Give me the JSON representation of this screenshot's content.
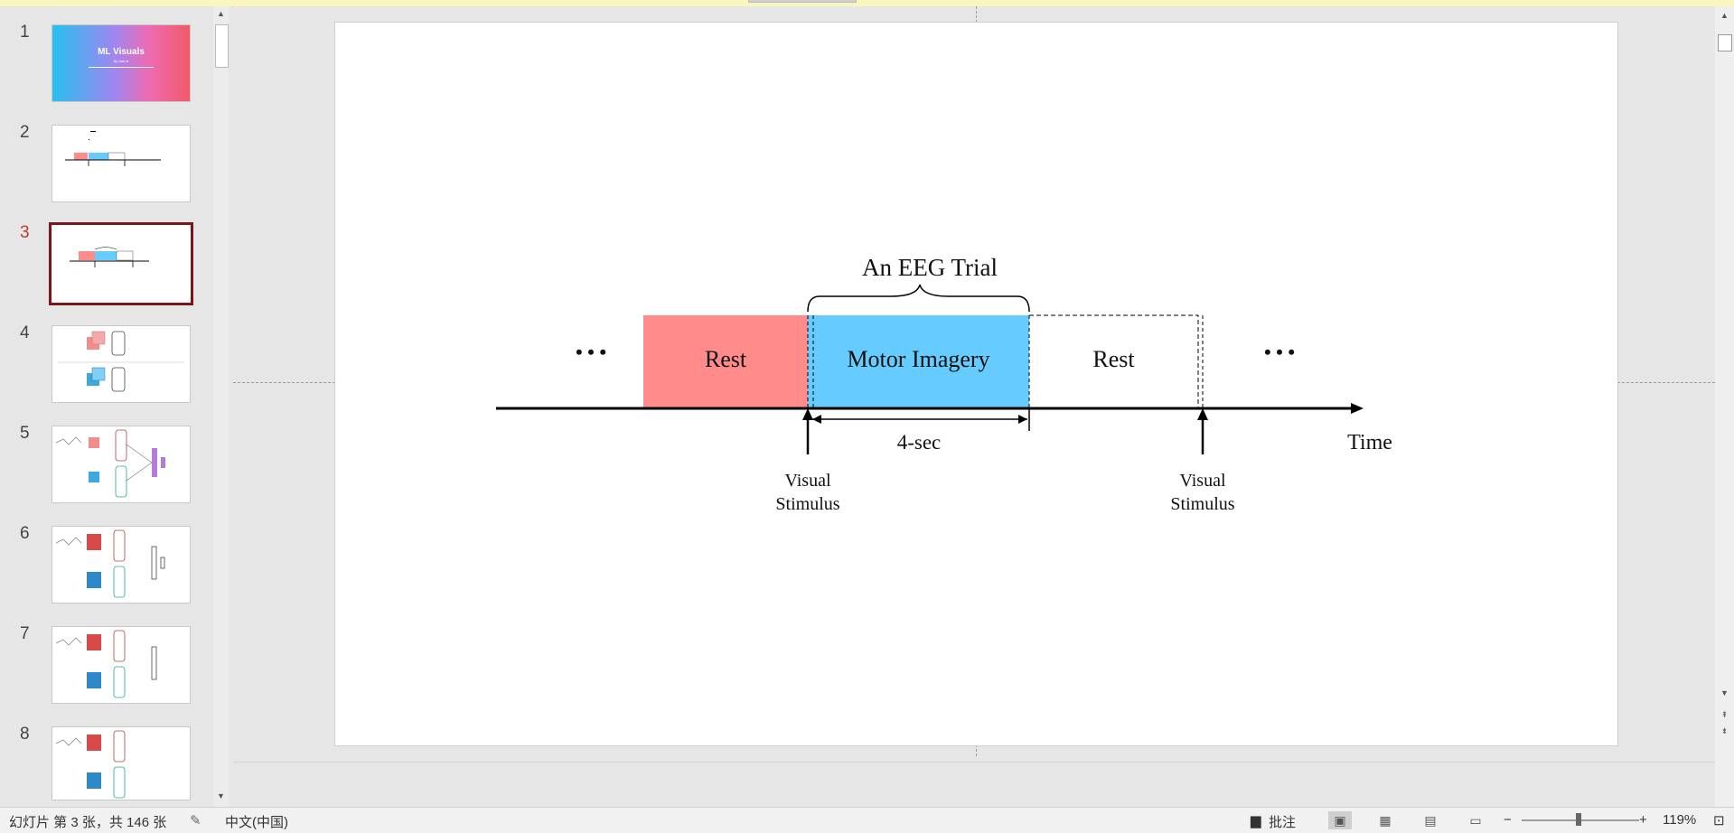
{
  "thumbnails": [
    {
      "num": "1",
      "title": "ML Visuals",
      "sub": "By dair.ai"
    },
    {
      "num": "2"
    },
    {
      "num": "3"
    },
    {
      "num": "4"
    },
    {
      "num": "5"
    },
    {
      "num": "6"
    },
    {
      "num": "7"
    },
    {
      "num": "8"
    }
  ],
  "slide": {
    "title": "An EEG Trial",
    "ellipsis_left": "• • •",
    "ellipsis_right": "• • •",
    "rest1": "Rest",
    "motor": "Motor Imagery",
    "rest2": "Rest",
    "duration": "4-sec",
    "time": "Time",
    "stim1_l1": "Visual",
    "stim1_l2": "Stimulus",
    "stim2_l1": "Visual",
    "stim2_l2": "Stimulus",
    "colors": {
      "rest": "#ff8b8b",
      "motor": "#66ccff"
    }
  },
  "statusbar": {
    "slide_info": "幻灯片 第 3 张，共 146 张",
    "language": "中文(中国)",
    "comments": "批注",
    "zoom": "119%"
  }
}
